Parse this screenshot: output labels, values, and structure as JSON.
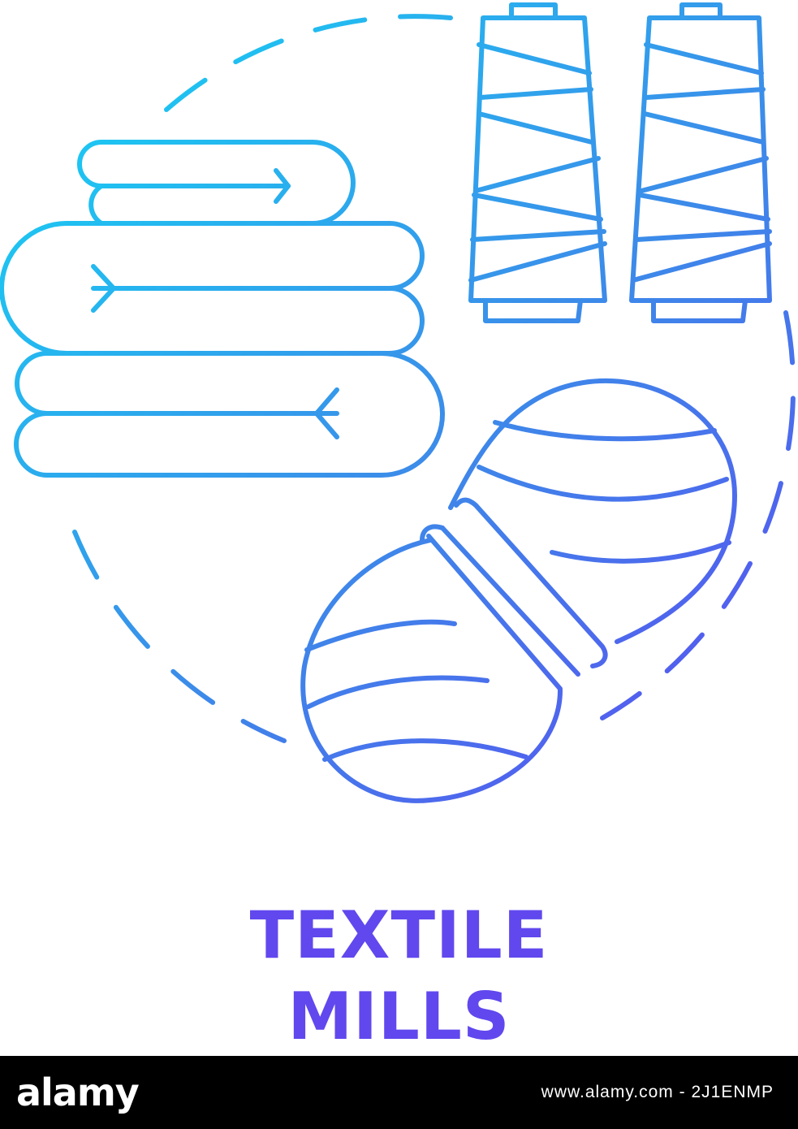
{
  "caption": {
    "line1": "TEXTILE",
    "line2": "MILLS"
  },
  "footer": {
    "logo_text": "alamy",
    "image_id": "www.alamy.com - 2J1ENMP"
  },
  "icons": [
    "folded-towels-icon",
    "thread-spool-icon",
    "yarn-skein-icon",
    "dashed-circle-frame"
  ],
  "colors": {
    "gradient_start": "#1cc7f2",
    "gradient_mid": "#3b8de9",
    "gradient_end": "#5a4ff0",
    "caption_color": "#6048ee",
    "footer_bg": "#000000",
    "footer_text": "#ffffff"
  }
}
